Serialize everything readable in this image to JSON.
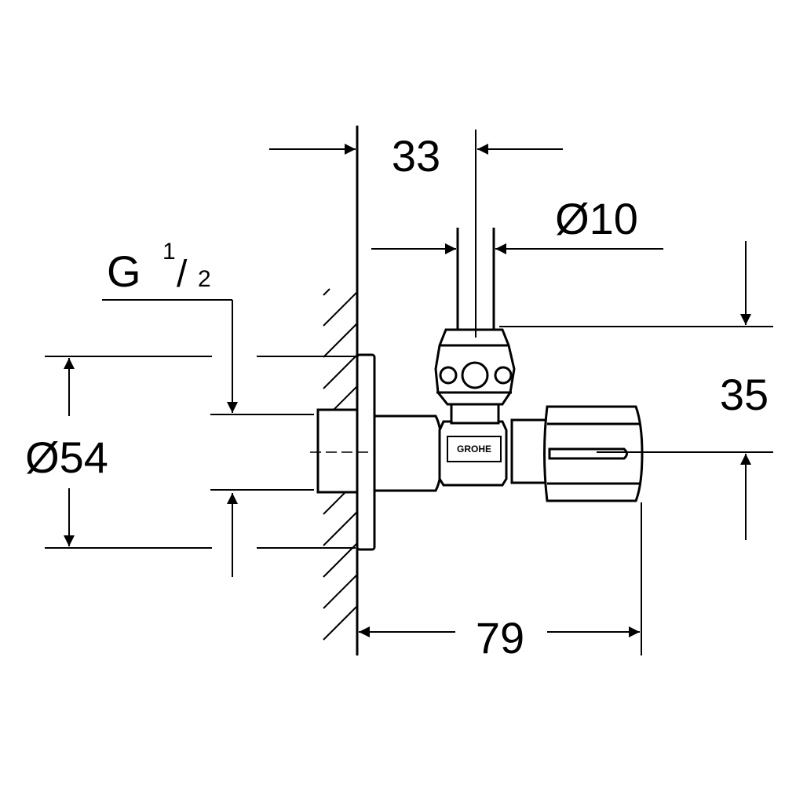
{
  "diagram": {
    "subject": "Angle valve dimension drawing",
    "colors": {
      "ink": "#000000",
      "background": "#ffffff"
    },
    "dimensions": {
      "wall_to_outlet_axis": "33",
      "outlet_diameter": "Ø10",
      "thread": {
        "letter": "G",
        "numerator": "1",
        "denominator": "2"
      },
      "rosette_diameter": "Ø54",
      "outlet_height": "35",
      "overall_length": "79"
    },
    "brand_mark": "GROHE"
  }
}
